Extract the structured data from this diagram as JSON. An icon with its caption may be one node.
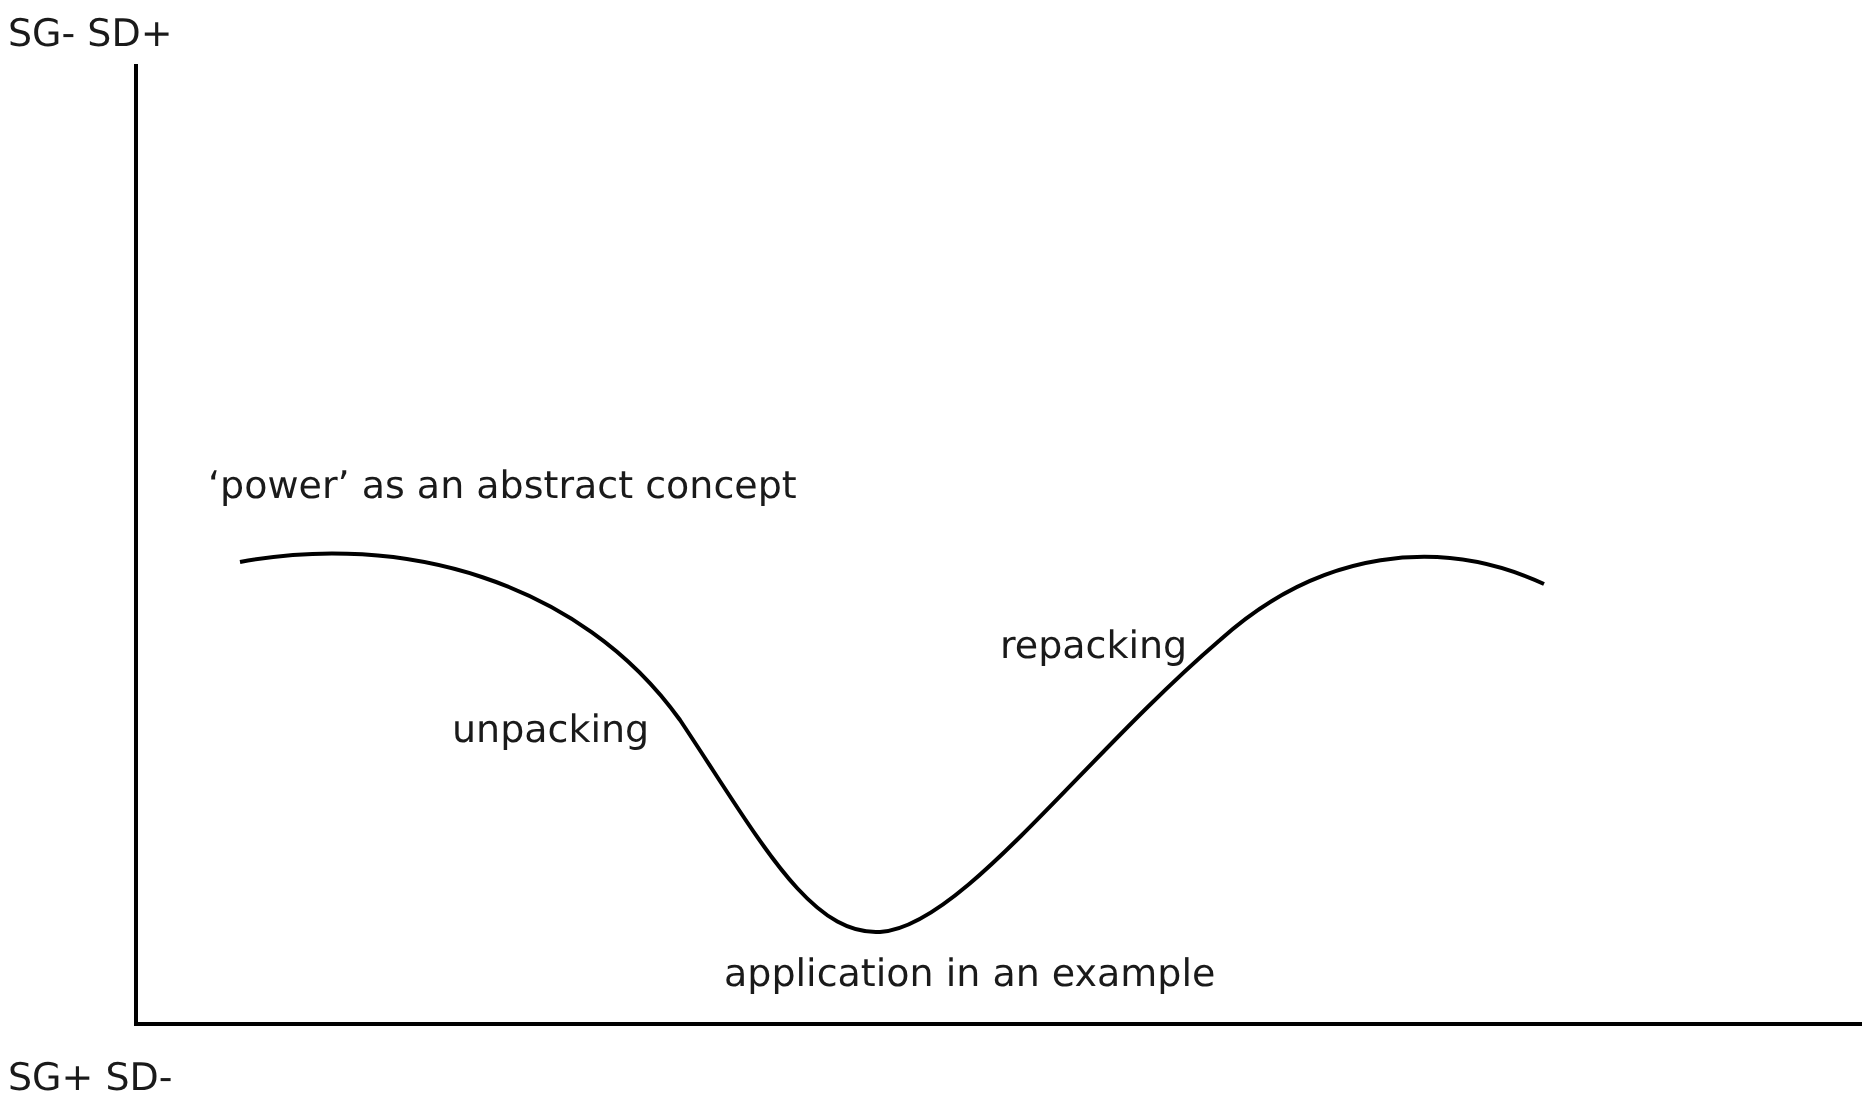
{
  "diagram": {
    "labels": [
      "SG- SD+",
      "‘power’ as an abstract concept",
      "repacking",
      "unpacking",
      "application in an example",
      "SG+ SD-"
    ]
  }
}
